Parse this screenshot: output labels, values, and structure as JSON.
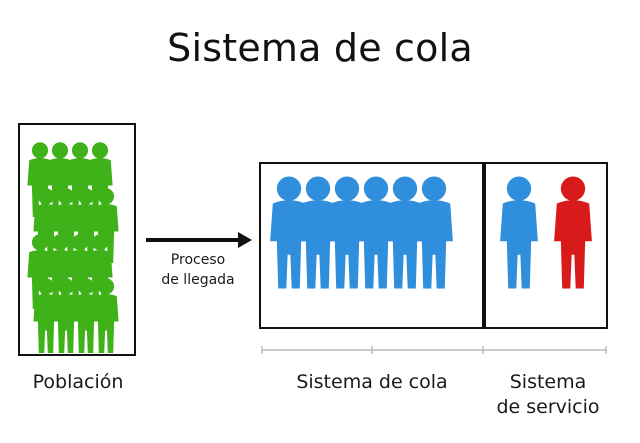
{
  "diagram": {
    "title": "Sistema de cola",
    "population": {
      "label": "Población",
      "color": "#3fb21a",
      "icon": "green-person-group-icon"
    },
    "arrival": {
      "line1": "Proceso",
      "line2": "de llegada",
      "icon": "arrow-right-icon"
    },
    "queue": {
      "label": "Sistema de cola",
      "color": "#2f8fdc",
      "icon": "blue-person-icon",
      "count": 6
    },
    "service": {
      "label_line1": "Sistema",
      "label_line2": "de servicio",
      "customer_color": "#2f8fdc",
      "server_color": "#d91a1a",
      "icon": "red-person-icon"
    }
  }
}
